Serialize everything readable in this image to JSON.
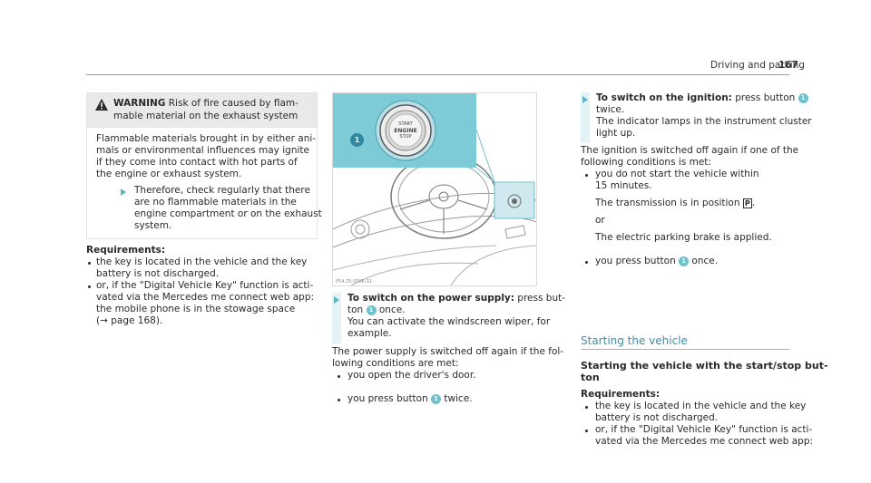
{
  "header": {
    "title": "Driving and parking",
    "page": "167"
  },
  "warning": {
    "title": "WARNING",
    "title_rest": "Risk of fire caused by flam-",
    "title_line2": "mable material on the exhaust system",
    "body": [
      "Flammable materials brought in by either ani-",
      "mals or environmental influences may ignite",
      "if they come into contact with hot parts of",
      "the engine or exhaust system."
    ],
    "action": [
      "Therefore, check regularly that there",
      "are no flammable materials in the",
      "engine compartment or on the exhaust",
      "system."
    ]
  },
  "requirements_left": {
    "heading": "Requirements:",
    "item1": [
      "the key is located in the vehicle and the key",
      "battery is not discharged."
    ],
    "item2": [
      "or, if the \"Digital Vehicle Key\" function is acti-",
      "vated via the Mercedes me connect web app:",
      "the mobile phone is in the stowage space",
      "(→ page 168)."
    ]
  },
  "figure": {
    "callout": "1",
    "button_lines": [
      "START",
      "ENGINE",
      "STOP"
    ],
    "code": "P54.25-3566-31"
  },
  "power_supply": {
    "lead": "To switch on the power supply:",
    "rest1": " press but-",
    "line2_a": "ton ",
    "line2_num": "1",
    "line2_b": " once.",
    "line3": "You can activate the windscreen wiper, for",
    "line4": "example.",
    "off_lines": [
      "The power supply is switched off again if the fol-",
      "lowing conditions are met:"
    ],
    "bullet1": "you open the driver's door.",
    "bullet2_a": "you press button ",
    "bullet2_num": "1",
    "bullet2_b": " twice."
  },
  "ignition": {
    "lead": "To switch on the ignition:",
    "rest1": " press button ",
    "num": "1",
    "line2": "twice.",
    "line3": "The indicator lamps in the instrument cluster",
    "line4": "light up.",
    "off_lines": [
      "The ignition is switched off again if one of the",
      "following conditions is met:"
    ],
    "bullet1": [
      "you do not start the vehicle within",
      "15 minutes."
    ],
    "trans_a": "The transmission is in position ",
    "trans_sym": "P",
    "trans_b": ".",
    "or": "or",
    "brake": "The electric parking brake is applied.",
    "bullet2_a": "you press button ",
    "bullet2_num": "1",
    "bullet2_b": " once."
  },
  "starting": {
    "section_title": "Starting the vehicle",
    "sub_title": [
      "Starting the vehicle with the start/stop but-",
      "ton"
    ],
    "heading": "Requirements:",
    "item1": [
      "the key is located in the vehicle and the key",
      "battery is not discharged."
    ],
    "item2": [
      "or, if the \"Digital Vehicle Key\" function is acti-",
      "vated via the Mercedes me connect web app:"
    ]
  }
}
